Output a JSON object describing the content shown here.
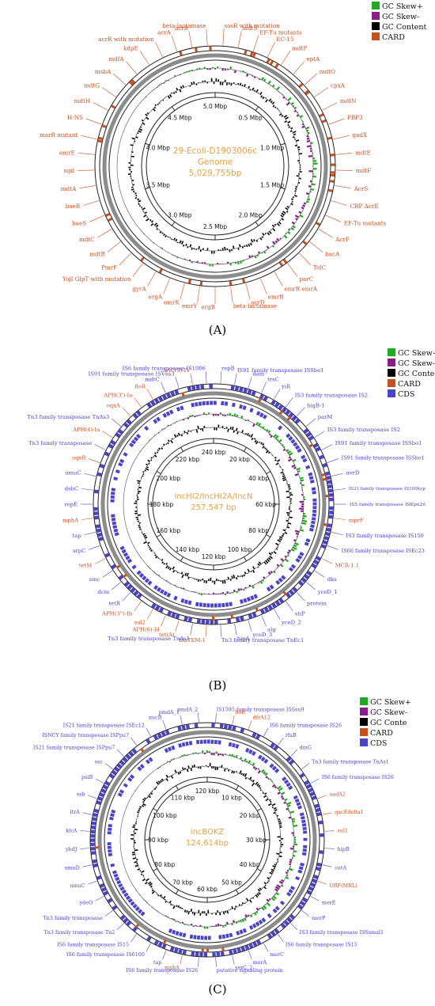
{
  "colors": {
    "skew_pos": "#1faa1f",
    "skew_neg": "#8b1a8b",
    "gc_content": "#000000",
    "card": "#c8501e",
    "cds": "#4a43c8",
    "center_text": "#e6a23c",
    "ring_gray": "#8c8c8c"
  },
  "legend_icons": [
    "green-square-icon",
    "purple-square-icon",
    "black-square-icon",
    "orange-square-icon",
    "blue-square-icon"
  ],
  "panels": [
    {
      "label": "(A)",
      "legend": [
        "GC Skew+",
        "GC Skew-",
        "GC Content",
        "CARD"
      ],
      "center_lines": [
        "29-Ecoli-D1903006c",
        "Genome",
        "5,029,755bp"
      ],
      "ticks": [
        "5.0 Mbp",
        "0.5 Mbp",
        "1.0 Mbp",
        "1.5 Mbp",
        "2.0 Mbp",
        "2.5 Mbp",
        "3.0 Mbp",
        "3.5 Mbp",
        "4.0 Mbp",
        "4.5 Mbp"
      ],
      "labels": [
        {
          "text": "sosR with mutation",
          "kind": "card"
        },
        {
          "text": "mdtS",
          "kind": "card"
        },
        {
          "text": "EF-Tu mutants",
          "kind": "card"
        },
        {
          "text": "EC-15",
          "kind": "card"
        },
        {
          "text": "mdtP",
          "kind": "card"
        },
        {
          "text": "eptA",
          "kind": "card"
        },
        {
          "text": "mdtO",
          "kind": "card"
        },
        {
          "text": "cpxA",
          "kind": "card"
        },
        {
          "text": "mdtN",
          "kind": "card"
        },
        {
          "text": "PBP3",
          "kind": "card"
        },
        {
          "text": "gadX",
          "kind": "card"
        },
        {
          "text": "mdtE",
          "kind": "card"
        },
        {
          "text": "mdtF",
          "kind": "card"
        },
        {
          "text": "AcrS",
          "kind": "card"
        },
        {
          "text": "CRP AcrE",
          "kind": "card"
        },
        {
          "text": "EF-Tu mutants",
          "kind": "card"
        },
        {
          "text": "AcrF",
          "kind": "card"
        },
        {
          "text": "bacA",
          "kind": "card"
        },
        {
          "text": "TolC",
          "kind": "card"
        },
        {
          "text": "parC",
          "kind": "card"
        },
        {
          "text": "emrR emrA",
          "kind": "card"
        },
        {
          "text": "emrB",
          "kind": "card"
        },
        {
          "text": "acrD",
          "kind": "card"
        },
        {
          "text": "beta-lactamase",
          "kind": "card"
        },
        {
          "text": "ergB",
          "kind": "card"
        },
        {
          "text": "emrY",
          "kind": "card"
        },
        {
          "text": "emrK",
          "kind": "card"
        },
        {
          "text": "ergA",
          "kind": "card"
        },
        {
          "text": "gyrA",
          "kind": "card"
        },
        {
          "text": "YojI GlpT with mutation",
          "kind": "card"
        },
        {
          "text": "PmrF",
          "kind": "card"
        },
        {
          "text": "mdtB",
          "kind": "card"
        },
        {
          "text": "mdtC",
          "kind": "card"
        },
        {
          "text": "baeS",
          "kind": "card"
        },
        {
          "text": "baeR",
          "kind": "card"
        },
        {
          "text": "mdtA",
          "kind": "card"
        },
        {
          "text": "ugd",
          "kind": "card"
        },
        {
          "text": "emrE",
          "kind": "card"
        },
        {
          "text": "marR mutant",
          "kind": "card"
        },
        {
          "text": "H-NS",
          "kind": "card"
        },
        {
          "text": "mdtH",
          "kind": "card"
        },
        {
          "text": "mdtG",
          "kind": "card"
        },
        {
          "text": "msbA",
          "kind": "card"
        },
        {
          "text": "mdfA",
          "kind": "card"
        },
        {
          "text": "kdpE",
          "kind": "card"
        },
        {
          "text": "acrR with mutation",
          "kind": "card"
        },
        {
          "text": "acrA",
          "kind": "card"
        },
        {
          "text": "acrB",
          "kind": "card"
        },
        {
          "text": "beta-lactamase",
          "kind": "card"
        }
      ]
    },
    {
      "label": "(B)",
      "legend": [
        "GC Skew+",
        "GC Skew-",
        "GC Conte",
        "CARD",
        "CDS"
      ],
      "center_lines": [
        "IncHI2/IncHI2A/IncN",
        "257,547 bp"
      ],
      "ticks": [
        "240 kbp",
        "20 kbp",
        "40 kbp",
        "60 kbp",
        "80 kbp",
        "100 kbp",
        "120 kbp",
        "140 kbp",
        "160 kbp",
        "180 kbp",
        "200 kbp",
        "220 kbp"
      ],
      "labels": [
        {
          "text": "repB",
          "kind": "cds"
        },
        {
          "text": "IS91 family transposase ISSbo1",
          "kind": "cds"
        },
        {
          "text": "dam",
          "kind": "cds"
        },
        {
          "text": "trsC",
          "kind": "cds"
        },
        {
          "text": "yiR",
          "kind": "cds"
        },
        {
          "text": "IS3 family transposase IS2",
          "kind": "cds"
        },
        {
          "text": "higB-1",
          "kind": "cds"
        },
        {
          "text": "parM",
          "kind": "cds"
        },
        {
          "text": "IS3 family transposase IS2",
          "kind": "cds"
        },
        {
          "text": "IS91 family transposase ISSbo1",
          "kind": "cds"
        },
        {
          "text": "IS91 family transposase ISSbo1",
          "kind": "cds"
        },
        {
          "text": "uvrD",
          "kind": "cds"
        },
        {
          "text": "IS21 family transposase IS100kyp",
          "kind": "cds"
        },
        {
          "text": "IS5 family transposase ISKpn26",
          "kind": "cds"
        },
        {
          "text": "mprF",
          "kind": "card"
        },
        {
          "text": "IS3 family transposase IS150",
          "kind": "cds"
        },
        {
          "text": "IS66 family transposase ISEc23",
          "kind": "cds"
        },
        {
          "text": "MCR-1.1",
          "kind": "card"
        },
        {
          "text": "dks",
          "kind": "cds"
        },
        {
          "text": "yceD_1",
          "kind": "cds"
        },
        {
          "text": "protein",
          "kind": "cds"
        },
        {
          "text": "stiP",
          "kind": "cds"
        },
        {
          "text": "yceD_2",
          "kind": "cds"
        },
        {
          "text": "alg",
          "kind": "cds"
        },
        {
          "text": "yceD_3",
          "kind": "cds"
        },
        {
          "text": "hipA",
          "kind": "cds"
        },
        {
          "text": "Tn3 family transposase TnEc1",
          "kind": "cds"
        },
        {
          "text": "blaTEM-1",
          "kind": "card"
        },
        {
          "text": "Tn3 family transposase TnAs1",
          "kind": "cds"
        },
        {
          "text": "tet(A)",
          "kind": "card"
        },
        {
          "text": "APH(6)-Id",
          "kind": "card"
        },
        {
          "text": "sul2",
          "kind": "card"
        },
        {
          "text": "APH(3'')-Ib",
          "kind": "card"
        },
        {
          "text": "tetR",
          "kind": "cds"
        },
        {
          "text": "dcm",
          "kind": "cds"
        },
        {
          "text": "smc",
          "kind": "cds"
        },
        {
          "text": "tetM",
          "kind": "card"
        },
        {
          "text": "srpC",
          "kind": "cds"
        },
        {
          "text": "tap",
          "kind": "cds"
        },
        {
          "text": "mphA",
          "kind": "card"
        },
        {
          "text": "repE",
          "kind": "cds"
        },
        {
          "text": "dsbC",
          "kind": "cds"
        },
        {
          "text": "umuC",
          "kind": "cds"
        },
        {
          "text": "oqxB",
          "kind": "card"
        },
        {
          "text": "Tn3 family transposase",
          "kind": "cds"
        },
        {
          "text": "APH(4)-Ia",
          "kind": "card"
        },
        {
          "text": "Tn3 family transposase TnAs3",
          "kind": "cds"
        },
        {
          "text": "oqxA",
          "kind": "card"
        },
        {
          "text": "APH(3')-Ia",
          "kind": "card"
        },
        {
          "text": "floR",
          "kind": "card"
        },
        {
          "text": "mdtC",
          "kind": "cds"
        },
        {
          "text": "IS91 family transposase ISVsa3",
          "kind": "cds"
        },
        {
          "text": "AAC(3)-IV",
          "kind": "card"
        },
        {
          "text": "IS6 family transposase IS1006",
          "kind": "cds"
        }
      ]
    },
    {
      "label": "(C)",
      "legend": [
        "GC Skew+",
        "GC Skew-",
        "GC Conte",
        "CARD",
        "CDS"
      ],
      "center_lines": [
        "IncBOKZ",
        "124,614bp"
      ],
      "ticks": [
        "120 kbp",
        "10 kbp",
        "20 kbp",
        "30 kbp",
        "40 kbp",
        "50 kbp",
        "60 kbp",
        "70 kbp",
        "80 kbp",
        "90 kbp",
        "100 kbp",
        "110 kbp"
      ],
      "labels": [
        {
          "text": "IS1595 family transposase ISSsu9",
          "kind": "cds"
        },
        {
          "text": "floR",
          "kind": "card"
        },
        {
          "text": "dfrA12",
          "kind": "card"
        },
        {
          "text": "IS6 family transposase IS26",
          "kind": "cds"
        },
        {
          "text": "rfaB",
          "kind": "cds"
        },
        {
          "text": "dinG",
          "kind": "cds"
        },
        {
          "text": "Tn3 family transposase TnAs1",
          "kind": "cds"
        },
        {
          "text": "IS6 family transposase IS26",
          "kind": "cds"
        },
        {
          "text": "aadA2",
          "kind": "card"
        },
        {
          "text": "qacEdelta1",
          "kind": "card"
        },
        {
          "text": "sul1",
          "kind": "card"
        },
        {
          "text": "hipB",
          "kind": "cds"
        },
        {
          "text": "cutA",
          "kind": "cds"
        },
        {
          "text": "ORF(MRL)",
          "kind": "card"
        },
        {
          "text": "merE",
          "kind": "cds"
        },
        {
          "text": "merP",
          "kind": "cds"
        },
        {
          "text": "IS3 family transposase ISSsmal1",
          "kind": "cds"
        },
        {
          "text": "IS6 family transposase IS15",
          "kind": "cds"
        },
        {
          "text": "merC",
          "kind": "cds"
        },
        {
          "text": "merA",
          "kind": "cds"
        },
        {
          "text": "serC_2",
          "kind": "cds"
        },
        {
          "text": "putative signaling protein",
          "kind": "cds"
        },
        {
          "text": "IS6 family transposase IS26",
          "kind": "cds"
        },
        {
          "text": "mphA",
          "kind": "card"
        },
        {
          "text": "tap",
          "kind": "cds"
        },
        {
          "text": "IS6 family transposase IS6100",
          "kind": "cds"
        },
        {
          "text": "IS6 family transposase IS15",
          "kind": "cds"
        },
        {
          "text": "Tn3 family transposase Tn2",
          "kind": "cds"
        },
        {
          "text": "Tn3 family transposase",
          "kind": "cds"
        },
        {
          "text": "ydeO",
          "kind": "cds"
        },
        {
          "text": "umuC",
          "kind": "cds"
        },
        {
          "text": "umuD",
          "kind": "cds"
        },
        {
          "text": "ybdJ",
          "kind": "cds"
        },
        {
          "text": "klcA",
          "kind": "cds"
        },
        {
          "text": "ltrA",
          "kind": "cds"
        },
        {
          "text": "ssb",
          "kind": "cds"
        },
        {
          "text": "psiB",
          "kind": "cds"
        },
        {
          "text": "ssc",
          "kind": "cds"
        },
        {
          "text": "IS21 family transposase ISPpu7",
          "kind": "cds"
        },
        {
          "text": "ISNCY family transposase ISPpu7",
          "kind": "cds"
        },
        {
          "text": "IS21 family transposase ISEc12",
          "kind": "cds"
        },
        {
          "text": "nucB",
          "kind": "cds"
        },
        {
          "text": "pmdA_1",
          "kind": "cds"
        },
        {
          "text": "pmdA_2",
          "kind": "cds"
        }
      ]
    }
  ]
}
